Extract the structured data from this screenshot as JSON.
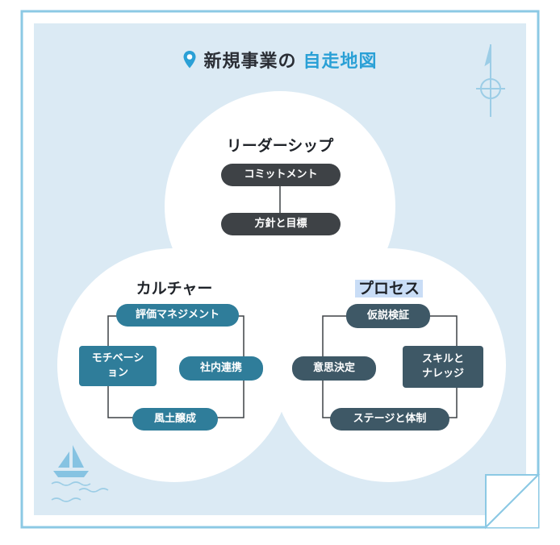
{
  "title": {
    "prefix": "新規事業の",
    "accent": "自走地図"
  },
  "leadership": {
    "label": "リーダーシップ",
    "items": [
      "コミットメント",
      "方針と目標"
    ]
  },
  "culture": {
    "label": "カルチャー",
    "items": {
      "top": "評価マネジメント",
      "left": "モチベーション",
      "right": "社内連携",
      "bottom": "風土醸成"
    }
  },
  "process": {
    "label": "プロセス",
    "items": {
      "top": "仮説検証",
      "left": "意思決定",
      "right": "スキルとナレッジ",
      "bottom": "ステージと体制"
    }
  },
  "colors": {
    "frame": "#8cc9e4",
    "panel": "#dbeaf4",
    "accent": "#2aa0d6",
    "dark_pill": "#3e4246",
    "blue_pill": "#2f7d9a",
    "slate_pill": "#3e5866"
  },
  "icons": [
    "map-pin-icon",
    "compass-icon",
    "sailboat-icon",
    "wave-icon"
  ]
}
